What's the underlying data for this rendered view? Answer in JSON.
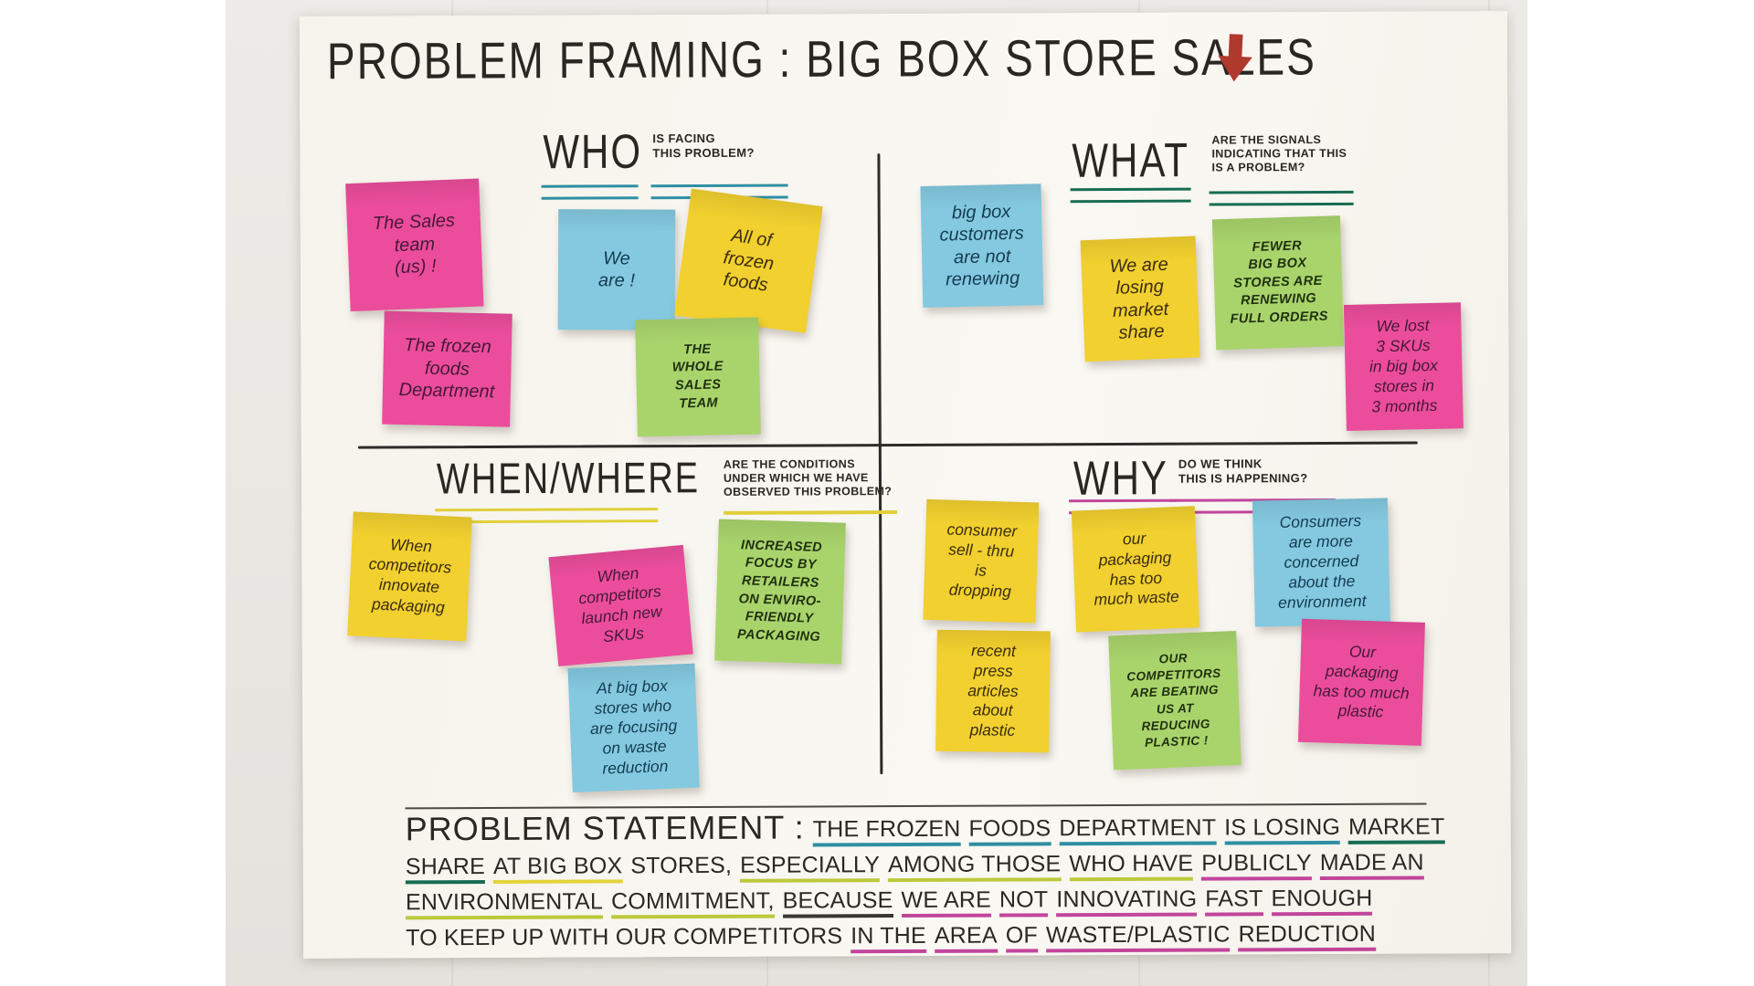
{
  "title": "PROBLEM FRAMING : BIG BOX STORE SALES",
  "title_arrow_icon": "red-down-arrow",
  "colors": {
    "note_pink": "#eb4d9c",
    "note_blue": "#84c9e0",
    "note_yellow": "#f1d02f",
    "note_green": "#a9d46c",
    "underline_who": "#2f8fa3",
    "underline_what": "#176d52",
    "underline_when_where": "#e0cf3a",
    "underline_why": "#c2459c",
    "arrow_red": "#b0392e"
  },
  "quadrants": {
    "who": {
      "heading": "WHO",
      "subheading": "IS FACING\nTHIS PROBLEM?",
      "notes": {
        "sales_team": {
          "color": "pink",
          "text": "The Sales\nteam\n(us) !"
        },
        "frozen_foods_dept": {
          "color": "pink",
          "text": "The frozen\nfoods\nDepartment"
        },
        "we_are": {
          "color": "blue",
          "text": "We\nare !"
        },
        "all_frozen_foods": {
          "color": "yellow",
          "text": "All of\nfrozen\nfoods"
        },
        "whole_sales_team": {
          "color": "green",
          "text": "THE\nWHOLE\nSALES\nTEAM"
        }
      }
    },
    "what": {
      "heading": "WHAT",
      "subheading": "ARE THE SIGNALS\nINDICATING THAT THIS\nIS A PROBLEM?",
      "notes": {
        "not_renewing": {
          "color": "blue",
          "text": "big box\ncustomers\nare not\nrenewing"
        },
        "losing_market_share": {
          "color": "yellow",
          "text": "We are\nlosing\nmarket\nshare"
        },
        "fewer_full_orders": {
          "color": "green",
          "text": "FEWER\nBIG BOX\nSTORES ARE\nRENEWING\nFULL ORDERS"
        },
        "lost_skus": {
          "color": "pink",
          "text": "We lost\n3 SKUs\nin big box\nstores in\n3 months"
        }
      }
    },
    "when_where": {
      "heading": "WHEN/WHERE",
      "subheading": "ARE THE CONDITIONS\nUNDER WHICH WE HAVE\nOBSERVED THIS PROBLEM?",
      "notes": {
        "competitors_innovate": {
          "color": "yellow",
          "text": "When\ncompetitors\ninnovate\npackaging"
        },
        "competitors_new_skus": {
          "color": "pink",
          "text": "When\ncompetitors\nlaunch new\nSKUs"
        },
        "retailer_focus": {
          "color": "green",
          "text": "INCREASED\nFOCUS BY\nRETAILERS\nON ENVIRO-\nFRIENDLY\nPACKAGING"
        },
        "waste_reduction_stores": {
          "color": "blue",
          "text": "At big box\nstores who\nare focusing\non waste\nreduction"
        }
      }
    },
    "why": {
      "heading": "WHY",
      "subheading": "DO WE THINK\nTHIS IS HAPPENING?",
      "notes": {
        "sell_thru_dropping": {
          "color": "yellow",
          "text": "consumer\nsell - thru\nis\ndropping"
        },
        "packaging_waste": {
          "color": "yellow",
          "text": "our\npackaging\nhas too\nmuch waste"
        },
        "consumers_concerned": {
          "color": "blue",
          "text": "Consumers\nare more\nconcerned\nabout the\nenvironment"
        },
        "press_articles": {
          "color": "yellow",
          "text": "recent\npress\narticles\nabout\nplastic"
        },
        "competitors_beating": {
          "color": "green",
          "text": "OUR\nCOMPETITORS\nARE BEATING\nUS AT\nREDUCING\nPLASTIC !"
        },
        "packaging_plastic": {
          "color": "pink",
          "text": "Our\npackaging\nhas too much\nplastic"
        }
      }
    }
  },
  "problem_statement": {
    "label": "PROBLEM STATEMENT :",
    "lines": [
      [
        {
          "t": "THE FROZEN",
          "u": "teal"
        },
        {
          "t": "FOODS",
          "u": "teal"
        },
        {
          "t": "DEPARTMENT",
          "u": "teal"
        },
        {
          "t": "IS LOSING",
          "u": "teal"
        },
        {
          "t": "MARKET",
          "u": "green"
        }
      ],
      [
        {
          "t": "SHARE",
          "u": "green"
        },
        {
          "t": "AT BIG BOX",
          "u": "yellow"
        },
        {
          "t": "STORES,",
          "u": ""
        },
        {
          "t": "ESPECIALLY",
          "u": "lime"
        },
        {
          "t": "AMONG THOSE",
          "u": "lime"
        },
        {
          "t": "WHO HAVE",
          "u": "lime"
        },
        {
          "t": "PUBLICLY",
          "u": "magenta"
        },
        {
          "t": "MADE AN",
          "u": "magenta"
        }
      ],
      [
        {
          "t": "ENVIRONMENTAL",
          "u": "lime"
        },
        {
          "t": "COMMITMENT,",
          "u": "lime"
        },
        {
          "t": "BECAUSE",
          "u": "dark"
        },
        {
          "t": "WE ARE",
          "u": "magenta"
        },
        {
          "t": "NOT",
          "u": "magenta"
        },
        {
          "t": "INNOVATING",
          "u": "magenta"
        },
        {
          "t": "FAST",
          "u": "magenta"
        },
        {
          "t": "ENOUGH",
          "u": "magenta"
        }
      ],
      [
        {
          "t": "TO KEEP UP WITH OUR COMPETITORS",
          "u": ""
        },
        {
          "t": "IN THE",
          "u": "magenta"
        },
        {
          "t": "AREA",
          "u": "magenta"
        },
        {
          "t": "OF",
          "u": "magenta"
        },
        {
          "t": "WASTE/PLASTIC",
          "u": "magenta"
        },
        {
          "t": "REDUCTION",
          "u": "magenta"
        }
      ]
    ]
  }
}
